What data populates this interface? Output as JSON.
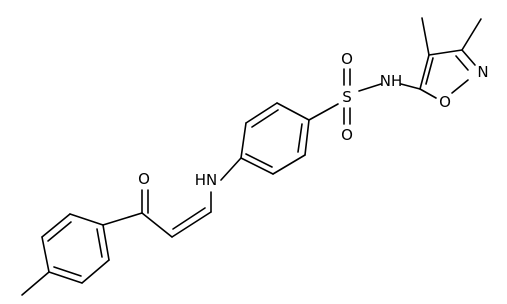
{
  "diagram": {
    "atoms": {
      "sulfur": "S",
      "sulfonyl_oxygen_top": "O",
      "sulfonyl_oxygen_bottom": "O",
      "sulfonamide_nh": "NH",
      "isoxazole_n": "N",
      "isoxazole_o": "O",
      "amine_nh": "HN",
      "ketone_o": "O"
    }
  }
}
